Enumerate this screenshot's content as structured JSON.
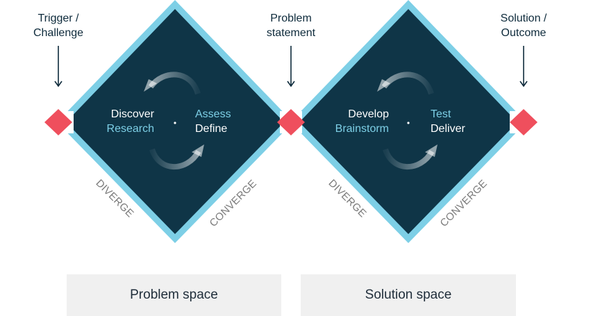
{
  "labels": {
    "trigger_line1": "Trigger /",
    "trigger_line2": "Challenge",
    "problem_line1": "Problem",
    "problem_line2": "statement",
    "solution_line1": "Solution /",
    "solution_line2": "Outcome"
  },
  "diamond1": {
    "left_white": "Discover",
    "left_cyan": "Research",
    "right_cyan": "Assess",
    "right_white": "Define",
    "diverge": "DIVERGE",
    "converge": "CONVERGE"
  },
  "diamond2": {
    "left_white": "Develop",
    "left_cyan": "Brainstorm",
    "right_cyan": "Test",
    "right_white": "Deliver",
    "diverge": "DIVERGE",
    "converge": "CONVERGE"
  },
  "spaces": {
    "problem": "Problem space",
    "solution": "Solution space"
  },
  "colors": {
    "diamond_fill": "#0f3547",
    "diamond_border": "#7dcfe6",
    "node": "#ef4f5d",
    "arrow": "#0d2a3b",
    "space_bg": "#f0f0f0"
  }
}
